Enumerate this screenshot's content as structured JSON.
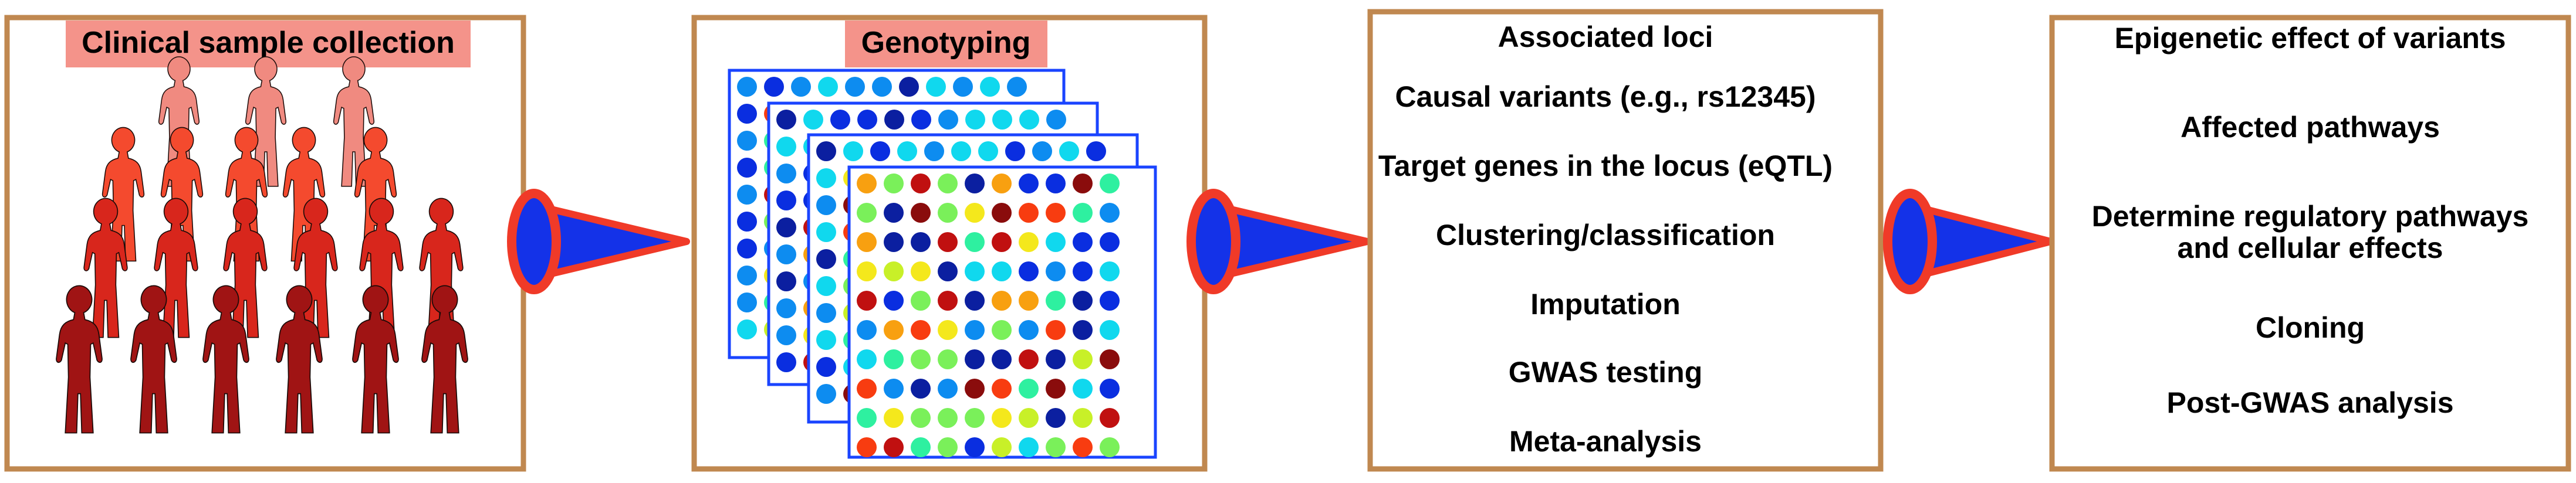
{
  "panels": {
    "collection": {
      "label": "Clinical sample collection",
      "label_bg": "#f4938a"
    },
    "genotyping": {
      "label": "Genotyping",
      "label_bg": "#f4938a"
    },
    "loci": {
      "items": [
        "Associated loci",
        "Causal variants (e.g., rs12345)",
        "Target genes in the locus (eQTL)",
        "Clustering/classification",
        "Imputation",
        "GWAS testing",
        "Meta-analysis"
      ]
    },
    "epigenetic": {
      "items": [
        "Epigenetic effect of variants",
        "Affected pathways",
        "Determine regulatory pathways",
        "and cellular effects",
        "Cloning",
        "Post-GWAS analysis"
      ]
    }
  },
  "colors": {
    "panel_border": "#c08850",
    "arrow_fill": "#1432e8",
    "arrow_outline": "#f03a28",
    "plate_border": "#1a44ff",
    "people_rows": [
      "#f08a80",
      "#f44a2e",
      "#d8261c",
      "#a01414"
    ],
    "dot_palette": [
      "#0b1fa0",
      "#0a2ee0",
      "#0d8cf0",
      "#10d8ee",
      "#2ef0a0",
      "#7af05a",
      "#c8f028",
      "#f4e81c",
      "#f8a010",
      "#f83c10",
      "#c01010",
      "#8a0c0c"
    ]
  },
  "icons": [
    "person-icon",
    "arrow-cone-icon",
    "genotype-dot-icon"
  ]
}
